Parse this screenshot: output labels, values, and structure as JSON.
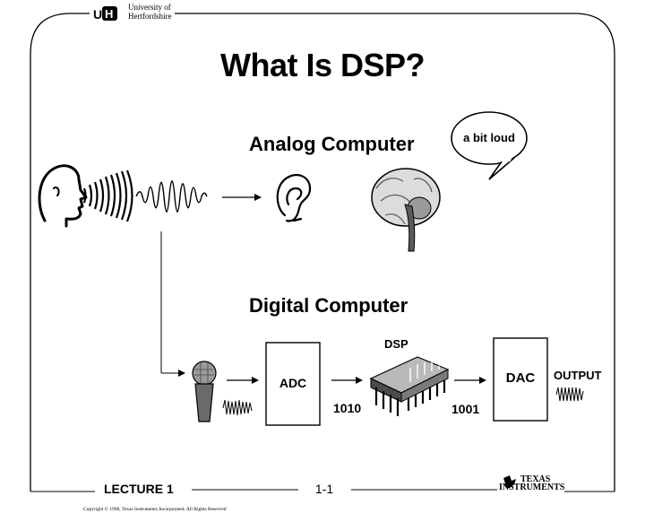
{
  "header": {
    "logo_text": "UH",
    "university_line1": "University of",
    "university_line2": "Hertfordshire"
  },
  "slide": {
    "title": "What Is DSP?",
    "analog_heading": "Analog Computer",
    "speech_bubble": "a bit loud",
    "digital_heading": "Digital Computer",
    "dsp_label": "DSP",
    "adc_label": "ADC",
    "dac_label": "DAC",
    "output_label": "OUTPUT",
    "binary_in": "1010",
    "binary_out": "1001"
  },
  "footer": {
    "lecture": "LECTURE 1",
    "page": "1-1",
    "ti_line1": "Texas",
    "ti_line2": "Instruments",
    "copyright": "Copyright © 1998, Texas Instruments Incorporated. All Rights Reserved"
  }
}
